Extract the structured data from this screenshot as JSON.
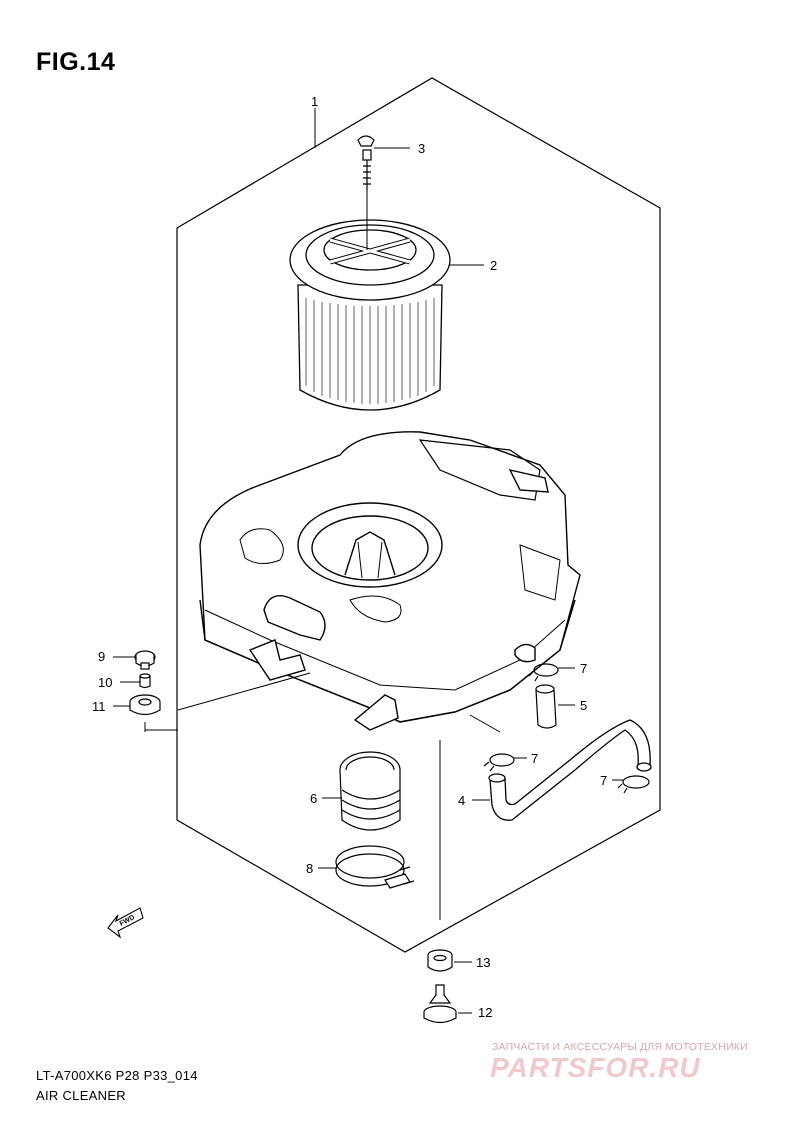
{
  "figure": {
    "title": "FIG.14"
  },
  "callouts": [
    {
      "id": "p1",
      "label": "1"
    },
    {
      "id": "p2",
      "label": "2"
    },
    {
      "id": "p3",
      "label": "3"
    },
    {
      "id": "p4",
      "label": "4"
    },
    {
      "id": "p5",
      "label": "5"
    },
    {
      "id": "p6",
      "label": "6"
    },
    {
      "id": "p7a",
      "label": "7"
    },
    {
      "id": "p7b",
      "label": "7"
    },
    {
      "id": "p7c",
      "label": "7"
    },
    {
      "id": "p8",
      "label": "8"
    },
    {
      "id": "p9",
      "label": "9"
    },
    {
      "id": "p10",
      "label": "10"
    },
    {
      "id": "p11",
      "label": "11"
    },
    {
      "id": "p12",
      "label": "12"
    },
    {
      "id": "p13",
      "label": "13"
    }
  ],
  "fwd_arrow": {
    "label": "FWD"
  },
  "footer": {
    "model_code": "LT-A700XK6 P28 P33_014",
    "section_name": "AIR CLEANER"
  },
  "watermark": {
    "tagline": "ЗАПЧАСТИ И АКСЕССУАРЫ ДЛЯ МОТОТЕХНИКИ",
    "brand": "PARTSFOR.RU"
  },
  "colors": {
    "line": "#000000",
    "background": "#ffffff",
    "watermark": "#f1c8cb"
  }
}
